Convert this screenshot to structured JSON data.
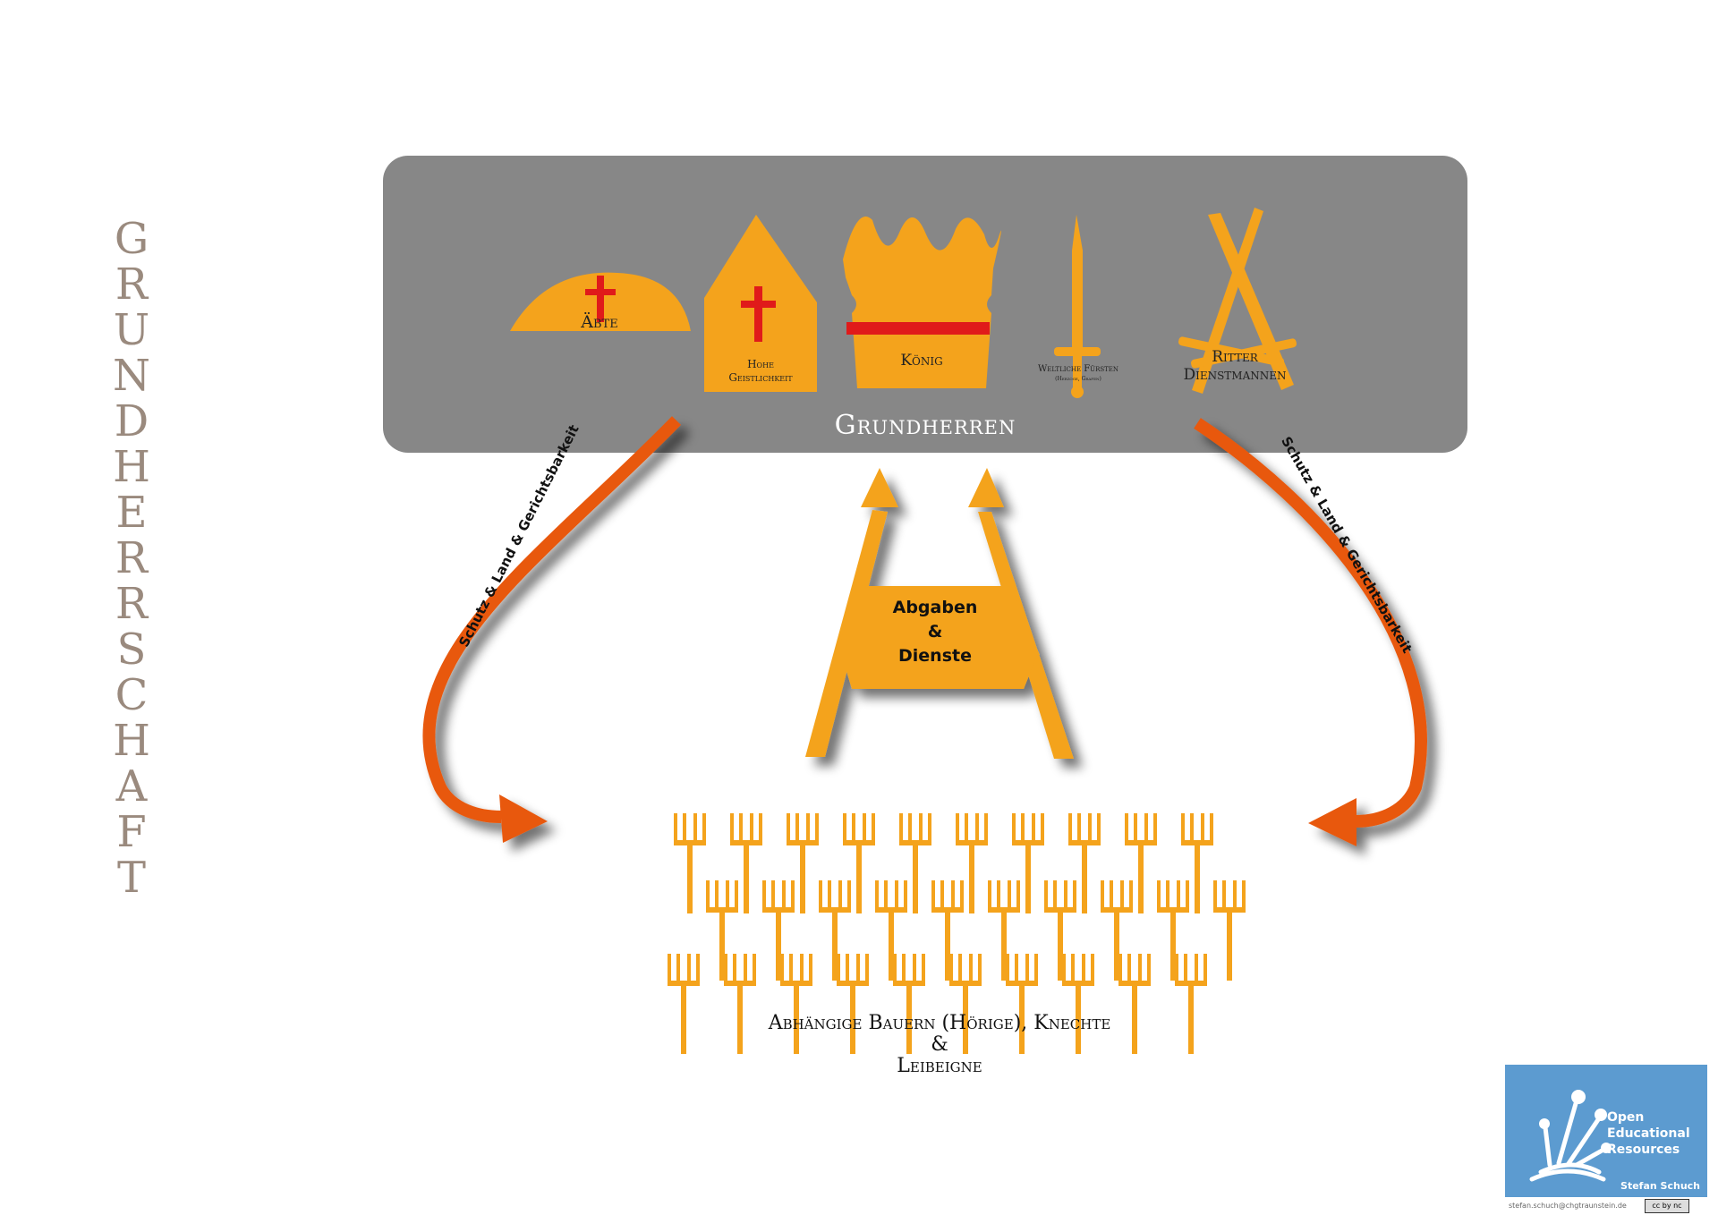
{
  "title_vertical": [
    "G",
    "R",
    "U",
    "N",
    "D",
    "H",
    "E",
    "R",
    "R",
    "S",
    "C",
    "H",
    "A",
    "F",
    "T"
  ],
  "lords": {
    "box_label": "Grundherren",
    "aebte": "Äbte",
    "hohe_geistlichkeit": [
      "Hohe",
      "Geistlichkeit"
    ],
    "koenig": "König",
    "weltliche_fuersten": "Weltliche Fürsten",
    "weltliche_fuersten_sub": "(Herzoge, Grafen)",
    "ritter": [
      "Ritter",
      "Dienstmannen"
    ]
  },
  "arrow_left_label": "Schutz & Land & Gerichtsbarkeit",
  "arrow_right_label": "Schutz & Land & Gerichtsbarkeit",
  "tribute": [
    "Abgaben",
    "&",
    "Dienste"
  ],
  "peasants": [
    "Abhängige Bauern (Hörige), Knechte",
    "&",
    "Leibeigne"
  ],
  "oer": {
    "lines": [
      "Open",
      "Educational",
      "Resources"
    ],
    "author": "Stefan Schuch",
    "email": "stefan.schuch@chgtraunstein.de",
    "license": "cc by nc"
  },
  "colors": {
    "gold": "#f4a31c",
    "box": "#878787",
    "cross": "#e01a1a",
    "arrow": "#e8590c",
    "title": "#9a8a7e"
  }
}
